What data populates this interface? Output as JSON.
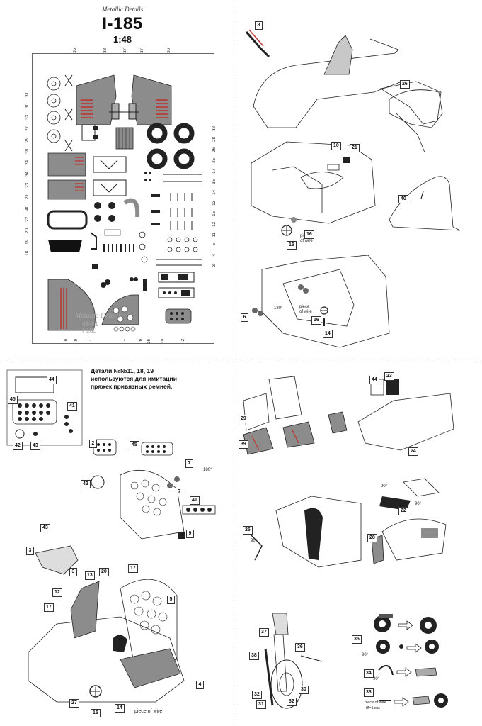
{
  "header": {
    "brand": "Metallic Details",
    "model": "I-185",
    "scale": "1:48"
  },
  "fret": {
    "watermark_brand": "Metallic Details",
    "watermark_code": "48-01",
    "watermark_model": "I-185",
    "left_labels": [
      "31",
      "30",
      "33",
      "27",
      "29",
      "39",
      "24",
      "34",
      "23",
      "21",
      "40",
      "22",
      "20",
      "19",
      "18"
    ],
    "top_labels": [
      "35",
      "38",
      "37",
      "37",
      "36"
    ],
    "right_labels": [
      "32",
      "28",
      "26",
      "25",
      "17",
      "35",
      "14",
      "13",
      "15",
      "12",
      "11",
      "5",
      "4",
      "3"
    ],
    "bottom_labels": [
      "8",
      "9",
      "7",
      "1",
      "6",
      "16",
      "10",
      "2"
    ]
  },
  "note": {
    "line1": "Детали №№11, 18, 19",
    "line2": "используются для имитации",
    "line3": "пряжек привязных ремней."
  },
  "wire_labels": {
    "piece_of_wire_a": "piece",
    "piece_of_wire_b": "of wire",
    "piece_of_wire_c": "piece",
    "piece_of_wire_d": "of wire",
    "piece_of_wire_e": "piece of wire",
    "piece_of_wire_f": "piece of wire",
    "diameter_note": "Ø=1 мм"
  },
  "angle_labels": {
    "a180_1": "180°",
    "a180_2": "180°",
    "a90_1": "90°",
    "a90_2": "90°",
    "a90_3": "90°",
    "a90_4": "90°",
    "a90_5": "90°"
  },
  "callouts": {
    "c8": "8",
    "c26": "26",
    "c10": "10",
    "c21": "21",
    "c40": "40",
    "c16a": "16",
    "c15a": "15",
    "c6": "6",
    "c16b": "16",
    "c14a": "14",
    "c44a": "44",
    "c45a": "45",
    "c41a": "41",
    "c42a": "42",
    "c43a": "43",
    "c2": "2",
    "c45b": "45",
    "c7a": "7",
    "c42b": "42",
    "c7b": "7",
    "c41b": "41",
    "c43b": "43",
    "c9": "9",
    "c3a": "3",
    "c3b": "3",
    "c13": "13",
    "c20": "20",
    "c17a": "17",
    "c12": "12",
    "c17b": "17",
    "c5": "5",
    "c4": "4",
    "c27": "27",
    "c15b": "15",
    "c14b": "14",
    "c44b": "44",
    "c23": "23",
    "c29": "29",
    "c39": "39",
    "c24": "24",
    "c22": "22",
    "c25": "25",
    "c28": "28",
    "c37": "37",
    "c38": "38",
    "c36": "36",
    "c32a": "32",
    "c30": "30",
    "c31": "31",
    "c32b": "32",
    "c35": "35",
    "c34": "34",
    "c33": "33"
  },
  "colors": {
    "fret_grey": "#8c8c8c",
    "accent_red": "#c0302a",
    "line": "#222222"
  }
}
